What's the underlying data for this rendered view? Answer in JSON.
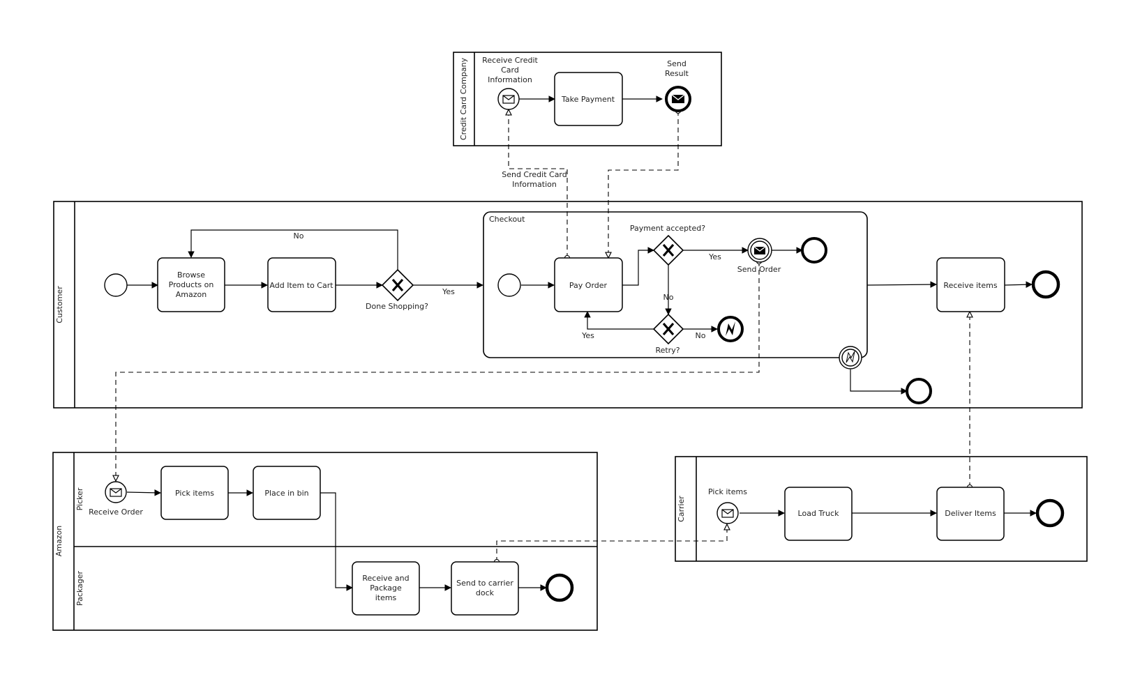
{
  "pools": {
    "credit_card": "Credit Card Company",
    "customer": "Customer",
    "amazon": "Amazon",
    "carrier": "Carrier"
  },
  "lanes": {
    "picker": "Picker",
    "packager": "Packager"
  },
  "subprocess": {
    "checkout": "Checkout"
  },
  "tasks": {
    "take_payment": "Take Payment",
    "browse_1": "Browse",
    "browse_2": "Products on",
    "browse_3": "Amazon",
    "add_to_cart": "Add Item to Cart",
    "pay_order": "Pay Order",
    "receive_items": "Receive items",
    "pick_items": "Pick items",
    "place_in_bin": "Place in bin",
    "receive_package_1": "Receive and",
    "receive_package_2": "Package",
    "receive_package_3": "items",
    "send_carrier_1": "Send to carrier",
    "send_carrier_2": "dock",
    "load_truck": "Load Truck",
    "deliver_items": "Deliver Items"
  },
  "events": {
    "receive_cc_1": "Receive Credit",
    "receive_cc_2": "Card",
    "receive_cc_3": "Information",
    "send_result_1": "Send",
    "send_result_2": "Result",
    "send_order": "Send Order",
    "receive_order": "Receive Order",
    "carrier_pick_items": "Pick items"
  },
  "gateways": {
    "done_shopping": "Done Shopping?",
    "payment_accepted": "Payment accepted?",
    "retry": "Retry?"
  },
  "flow_labels": {
    "no_loop": "No",
    "yes_checkout": "Yes",
    "yes_payment": "Yes",
    "no_payment": "No",
    "yes_retry": "Yes",
    "no_retry": "No"
  },
  "message_labels": {
    "send_cc_1": "Send Credit Card",
    "send_cc_2": "Information"
  },
  "icons": {
    "envelope": "envelope-icon",
    "exclusive_gateway": "x-marker-icon",
    "error": "lightning-icon"
  }
}
